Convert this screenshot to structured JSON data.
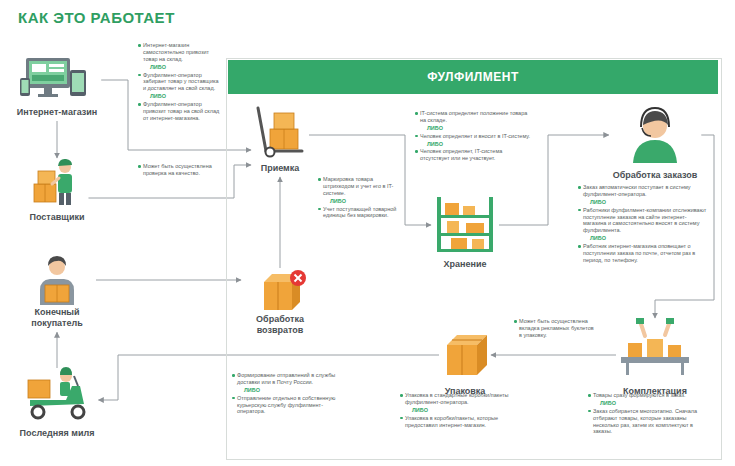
{
  "diagram": {
    "title": "КАК ЭТО РАБОТАЕТ",
    "nodes": [
      {
        "text": [
          "Интернет-магазин"
        ]
      },
      {
        "text": [
          "Поставщики"
        ]
      },
      {
        "text": [
          "Конечный покупатель"
        ]
      },
      {
        "text": [
          "Последняя миля"
        ]
      },
      {
        "text": [
          "ФУЛФИЛМЕНТ"
        ]
      },
      {
        "text": [
          "Приемка"
        ],
        "in": 4
      },
      {
        "text": [
          "Хранение"
        ],
        "in": 4
      },
      {
        "text": [
          "Обработка заказов"
        ],
        "in": 4
      },
      {
        "text": [
          "Обработка возвратов"
        ],
        "in": 4
      },
      {
        "text": [
          "Упаковка"
        ],
        "in": 4
      },
      {
        "text": [
          "Комплектация"
        ],
        "in": 4
      }
    ],
    "edges": [
      {
        "from": 0,
        "to": 1,
        "arrow": "to"
      },
      {
        "from": 0,
        "to": 5,
        "arrow": "to"
      },
      {
        "from": 1,
        "to": 5,
        "arrow": "to"
      },
      {
        "from": 5,
        "to": 6,
        "arrow": "to"
      },
      {
        "from": 6,
        "to": 7,
        "arrow": "to"
      },
      {
        "from": 7,
        "to": 10,
        "arrow": "to"
      },
      {
        "from": 10,
        "to": 9,
        "arrow": "to"
      },
      {
        "from": 9,
        "to": 3,
        "arrow": "to"
      },
      {
        "from": 3,
        "to": 2,
        "arrow": "to"
      },
      {
        "from": 2,
        "to": 8,
        "arrow": "to"
      },
      {
        "from": 8,
        "to": 5,
        "arrow": "to"
      }
    ],
    "labels": [
      "Интернет-магазин самостоятельно привозит товар на склад.",
      "ЛИБО",
      "Фулфилмент-оператор забирает товар у поставщика и доставляет на свой склад.",
      "ЛИБО",
      "Фулфилмент-оператор привозит товар на свой склад от интернет-магазина.",
      "Может быть осуществлена проверка на качество.",
      "Маркировка товара штрихкодом и учет его в IT-системе.",
      "ЛИБО",
      "Учет поступающей товарной единицы без маркировки.",
      "IT-система определяет положение товара на складе.",
      "ЛИБО",
      "Человек определяет и вносит в IT-систему.",
      "ЛИБО",
      "Человек определяет, IT-система отсутствует или не участвует.",
      "Заказ автоматически поступает в систему фулфилмент-оператора.",
      "ЛИБО",
      "Работники фулфилмент-компании отслеживают поступление заказов на сайте интернет-магазина и самостоятельно вносят в систему фулфилмента.",
      "ЛИБО",
      "Работник интернет-магазина оповещает о поступлении заказа по почте, отчетом раз в период, по телефону.",
      "Может быть осуществлена вкладка рекламных буклетов в упаковку.",
      "Товары сразу формируются в заказ.",
      "ЛИБО",
      "Заказ собирается многоэтапно. Сначала отбирают товары, которые заказаны несколько раз, затем их комплектуют в заказы.",
      "Упаковка в стандартные коробки/пакеты фулфилмент-оператора.",
      "ЛИБО",
      "Упаковка в коробки/пакеты, которые предоставил интернет-магазин.",
      "Формирование отправлений в службы доставки или в Почту России.",
      "ЛИБО",
      "Отправление отдельно в собственную курьерскую службу фулфилмент-оператора."
    ]
  }
}
